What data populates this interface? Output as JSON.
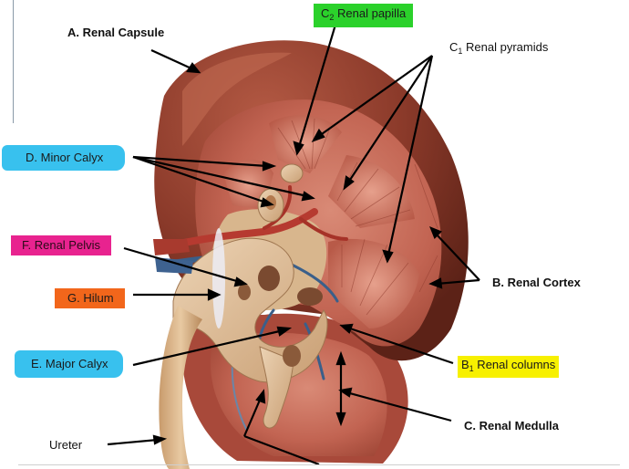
{
  "labels": {
    "renal_capsule": "A. Renal Capsule",
    "renal_papilla_prefix": "C",
    "renal_papilla_sub": "2",
    "renal_papilla_text": " Renal papilla",
    "renal_pyramids_prefix": "C",
    "renal_pyramids_sub": "1",
    "renal_pyramids_text": " Renal pyramids",
    "minor_calyx": "D. Minor Calyx",
    "renal_pelvis": "F. Renal Pelvis",
    "hilum": "G. Hilum",
    "renal_cortex": "B. Renal Cortex",
    "major_calyx": "E. Major Calyx",
    "renal_columns_prefix": "B",
    "renal_columns_sub": "1",
    "renal_columns_text": " Renal columns",
    "renal_medulla": "C. Renal Medulla",
    "ureter": "Ureter"
  },
  "colors": {
    "green_highlight": "#2bd12b",
    "cyan_highlight": "#38c1ee",
    "magenta_highlight": "#e8238f",
    "orange_highlight": "#f2661b",
    "yellow_highlight": "#f7f000",
    "kidney_capsule": "#8b3a2a",
    "kidney_cortex": "#c96b5a",
    "pelvis_tan": "#d9b48f",
    "vessel_blue": "#3a5f8a"
  }
}
